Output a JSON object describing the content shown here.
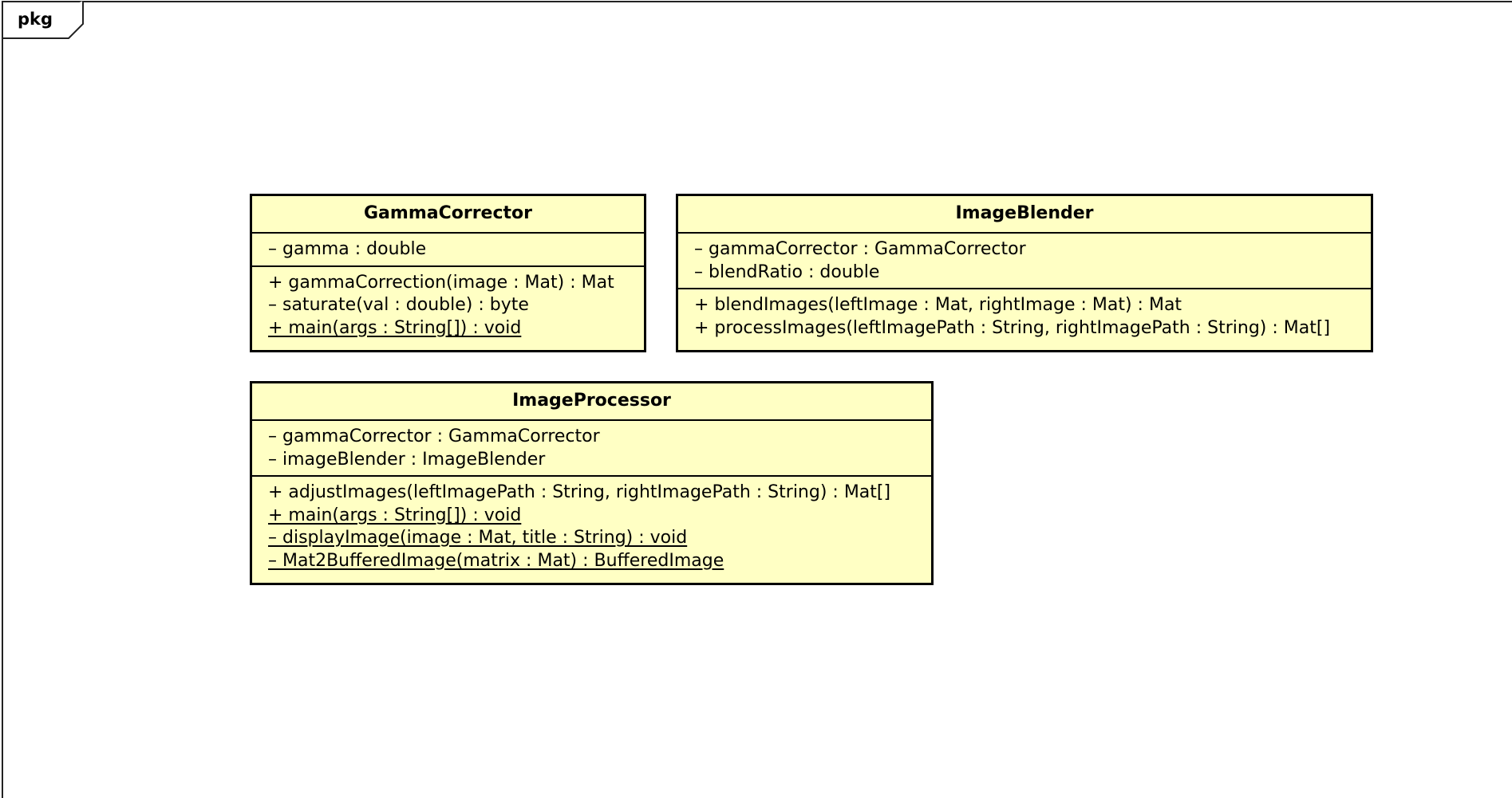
{
  "package": {
    "label": "pkg"
  },
  "classes": {
    "gamma_corrector": {
      "name": "GammaCorrector",
      "attributes": [
        "– gamma : double"
      ],
      "operations": [
        {
          "text": "+ gammaCorrection(image : Mat) : Mat",
          "static": false
        },
        {
          "text": "– saturate(val : double) : byte",
          "static": false
        },
        {
          "text": "+ main(args : String[]) : void",
          "static": true
        }
      ]
    },
    "image_blender": {
      "name": "ImageBlender",
      "attributes": [
        "– gammaCorrector : GammaCorrector",
        "– blendRatio : double"
      ],
      "operations": [
        {
          "text": "+ blendImages(leftImage : Mat, rightImage : Mat) : Mat",
          "static": false
        },
        {
          "text": "+ processImages(leftImagePath : String, rightImagePath : String) : Mat[]",
          "static": false
        }
      ]
    },
    "image_processor": {
      "name": "ImageProcessor",
      "attributes": [
        "– gammaCorrector : GammaCorrector",
        "– imageBlender : ImageBlender"
      ],
      "operations": [
        {
          "text": "+ adjustImages(leftImagePath : String, rightImagePath : String) : Mat[]",
          "static": false
        },
        {
          "text": "+ main(args : String[]) : void",
          "static": true
        },
        {
          "text": "– displayImage(image : Mat, title : String) : void",
          "static": true
        },
        {
          "text": "– Mat2BufferedImage(matrix : Mat) : BufferedImage",
          "static": true
        }
      ]
    }
  },
  "colors": {
    "class_fill": "#ffffc4",
    "border": "#000000",
    "background": "#ffffff"
  }
}
